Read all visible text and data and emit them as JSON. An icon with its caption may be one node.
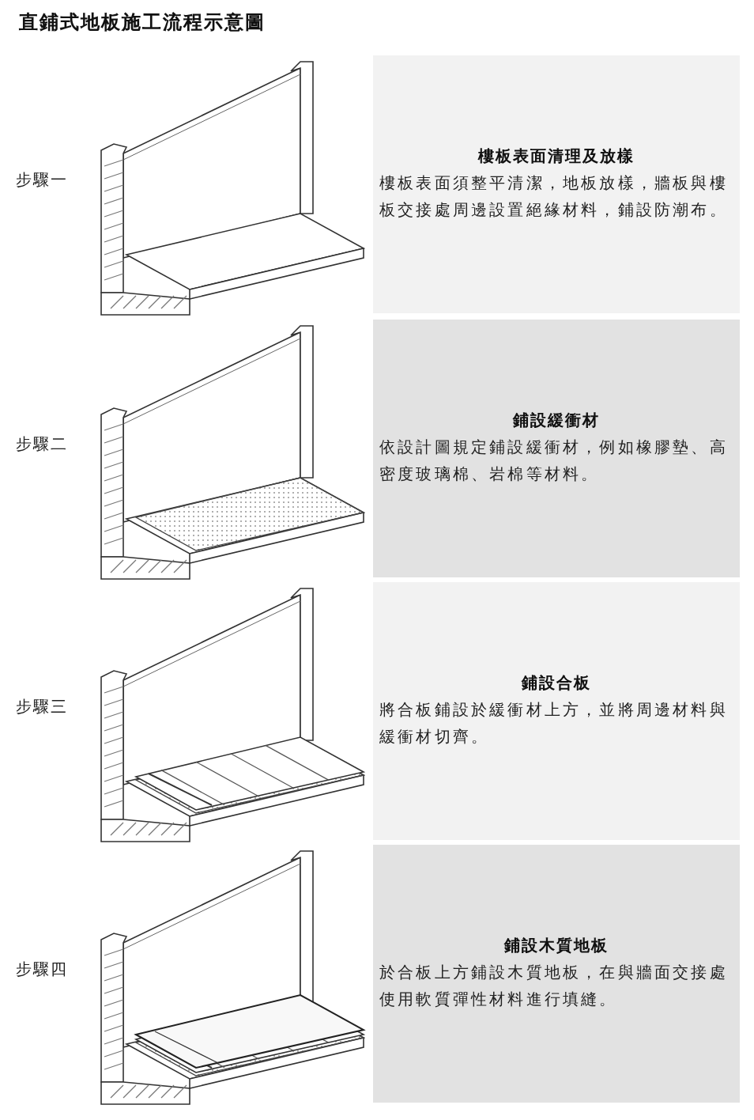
{
  "diagram": {
    "title": "直鋪式地板施工流程示意圖",
    "nodes": [
      {
        "text": [
          "樓板表面清理及放樣",
          "樓板表面須整平清潔，地板放樣，牆板與樓板交接處周邊設置絕緣材料，鋪設防潮布。"
        ]
      },
      {
        "text": [
          "鋪設緩衝材",
          "依設計圖規定鋪設緩衝材，例如橡膠墊、高密度玻璃棉、岩棉等材料。"
        ]
      },
      {
        "text": [
          "鋪設合板",
          "將合板鋪設於緩衝材上方，並將周邊材料與緩衝材切齊。"
        ]
      },
      {
        "text": [
          "鋪設木質地板",
          "於合板上方鋪設木質地板，在與牆面交接處使用軟質彈性材料進行填縫。"
        ]
      }
    ],
    "labels": [
      "步驟一",
      "步驟二",
      "步驟三",
      "步驟四"
    ]
  }
}
